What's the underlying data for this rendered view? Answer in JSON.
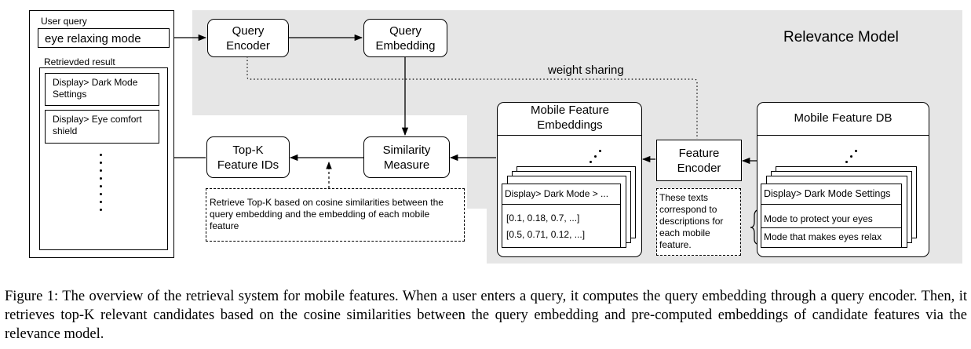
{
  "user_query": {
    "title": "User query",
    "query_text": "eye relaxing mode",
    "retrieved_title": "Retrievded result",
    "results": [
      "Display> Dark Mode Settings",
      "Display> Eye comfort shield"
    ]
  },
  "model": {
    "title": "Relevance Model",
    "query_encoder": "Query Encoder",
    "query_embedding": "Query Embedding",
    "similarity": "Similarity Measure",
    "topk": "Top-K Feature IDs",
    "feature_encoder": "Feature Encoder",
    "weight_sharing": "weight sharing",
    "mobile_embeddings_title": "Mobile Feature Embeddings",
    "embedding_card_title": "Display> Dark Mode > ...",
    "embedding_vectors": [
      "[0.1, 0.18, 0.7, ...]",
      "[0.5, 0.71, 0.12, ...]"
    ],
    "db_title": "Mobile Feature DB",
    "db_card_title": "Display> Dark Mode Settings",
    "db_descriptions": [
      "Mode to protect your eyes",
      "Mode that makes eyes relax"
    ]
  },
  "notes": {
    "retrieve_note": "Retrieve Top-K based on cosine similarities between the query embedding and the embedding of each mobile feature",
    "texts_note": "These texts correspond to descriptions for each mobile feature."
  },
  "caption": "Figure 1: The overview of the retrieval system for mobile features. When a user enters a query, it computes the query embedding through a query encoder. Then, it retrieves top-K relevant candidates based on the cosine similarities between the query embedding and pre-computed embeddings of candidate features via the relevance model."
}
